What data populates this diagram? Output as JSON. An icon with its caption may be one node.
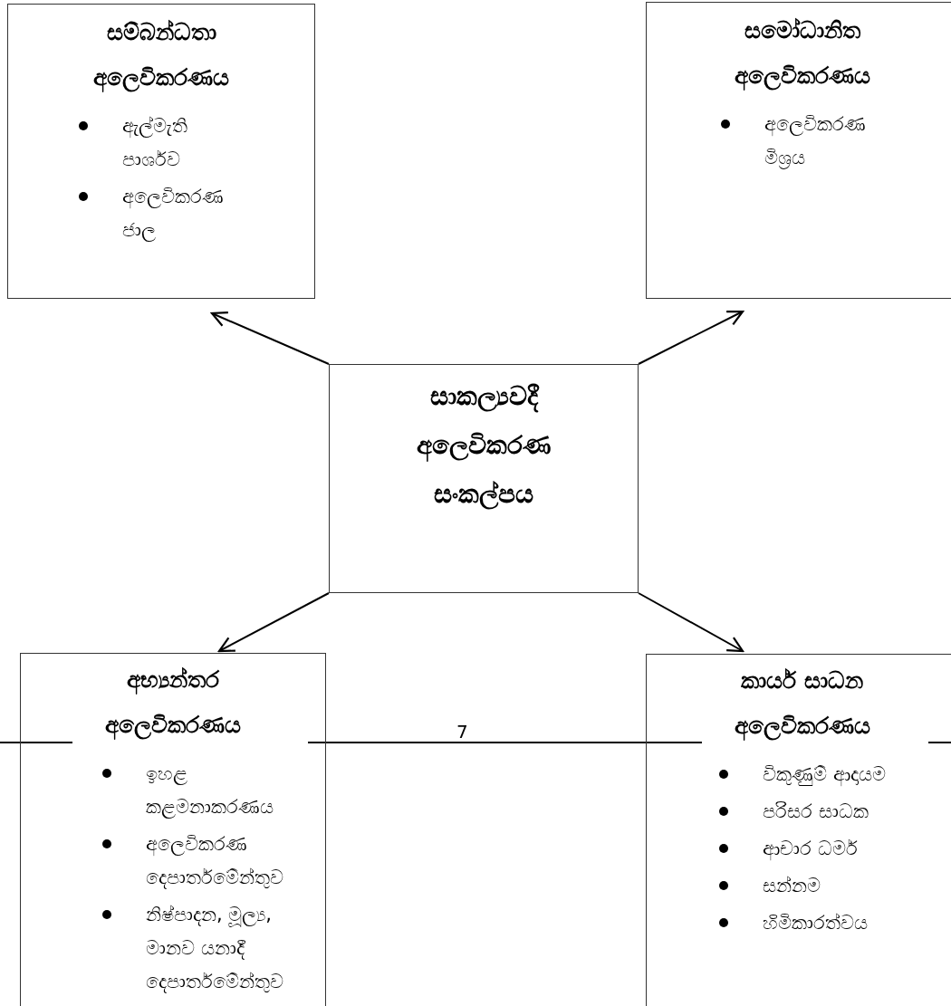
{
  "diagram": {
    "nodes": [
      {
        "text": [
          "සම්බන්ධතා අලෙවිකරණය",
          "ඇල්මැති පාර්ශව",
          "අලෙවිකරණ ජාල"
        ]
      },
      {
        "text": [
          "සමෝධානිත අලෙවිකරණය",
          "අලෙවිකරණ මිශ්‍රය"
        ]
      },
      {
        "text": [
          "සාකල්‍යවදී අලෙවිකරණ සංකල්පය"
        ]
      },
      {
        "text": [
          "අභ්‍යන්තර අලෙවිකරණය",
          "ඉහළ කළමනාකරණය",
          "අලෙවිකරණ දෙපාර්තමේන්තුව",
          "නිෂ්පාදන, මූල්‍ය, මානව යනාදී දෙපාර්තමේන්තුව"
        ]
      },
      {
        "text": [
          "කාර්ය සාධන අලෙවිකරණය",
          "විකුණුම් ආදායම",
          "පරිසර සාධක",
          "ආචාර ධර්ම",
          "සන්නම",
          "හිමිකාරත්වය"
        ]
      }
    ],
    "edges": [
      {
        "from": 2,
        "to": 0,
        "arrow": "to"
      },
      {
        "from": 2,
        "to": 1,
        "arrow": "to"
      },
      {
        "from": 2,
        "to": 3,
        "arrow": "to"
      },
      {
        "from": 2,
        "to": 4,
        "arrow": "to"
      }
    ],
    "labels": [
      "7"
    ]
  }
}
